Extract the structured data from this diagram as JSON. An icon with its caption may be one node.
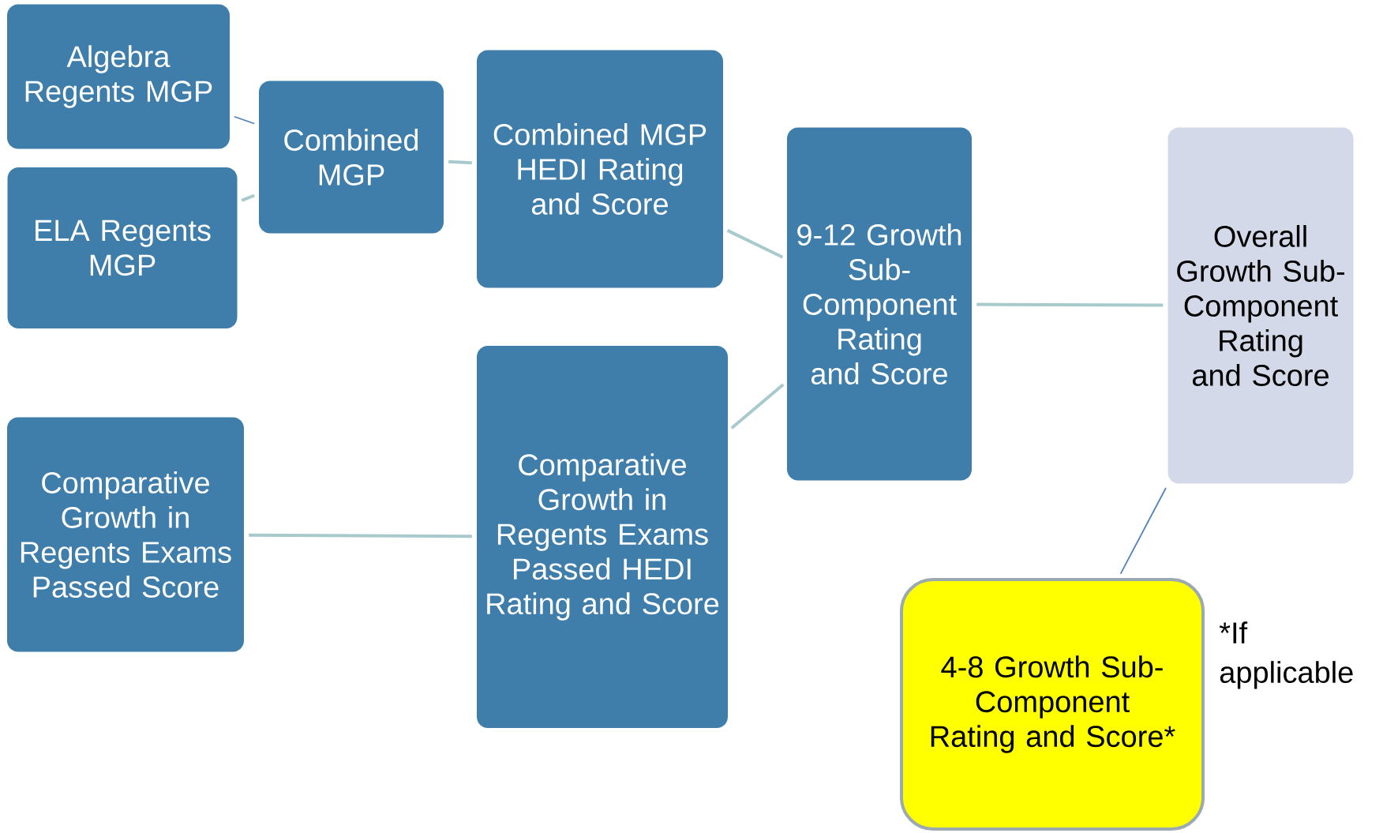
{
  "diagram": {
    "nodes": [
      {
        "text": [
          "Algebra Regents MGP"
        ]
      },
      {
        "text": [
          "ELA Regents MGP"
        ]
      },
      {
        "text": [
          "Combined MGP"
        ]
      },
      {
        "text": [
          "Combined MGP HEDI Rating and Score"
        ]
      },
      {
        "text": [
          "Comparative Growth in Regents Exams Passed Score"
        ]
      },
      {
        "text": [
          "Comparative Growth in Regents Exams Passed HEDI Rating and Score"
        ]
      },
      {
        "text": [
          "9-12 Growth Sub-Component Rating and Score"
        ]
      },
      {
        "text": [
          "Overall Growth Sub-Component Rating and Score"
        ]
      },
      {
        "text": [
          "4-8 Growth Sub-Component Rating and Score*"
        ],
        "beside": [
          "*If applicable"
        ]
      }
    ],
    "edges": [
      {
        "from": 0,
        "to": 2,
        "arrow": "none",
        "color": "#4f81bd"
      },
      {
        "from": 1,
        "to": 2,
        "arrow": "none"
      },
      {
        "from": 2,
        "to": 3,
        "arrow": "none"
      },
      {
        "from": 3,
        "to": 6,
        "arrow": "none"
      },
      {
        "from": 4,
        "to": 5,
        "arrow": "none"
      },
      {
        "from": 5,
        "to": 6,
        "arrow": "none"
      },
      {
        "from": 6,
        "to": 7,
        "arrow": "none"
      },
      {
        "from": 8,
        "to": 7,
        "arrow": "none",
        "color": "#4f81bd"
      }
    ]
  }
}
